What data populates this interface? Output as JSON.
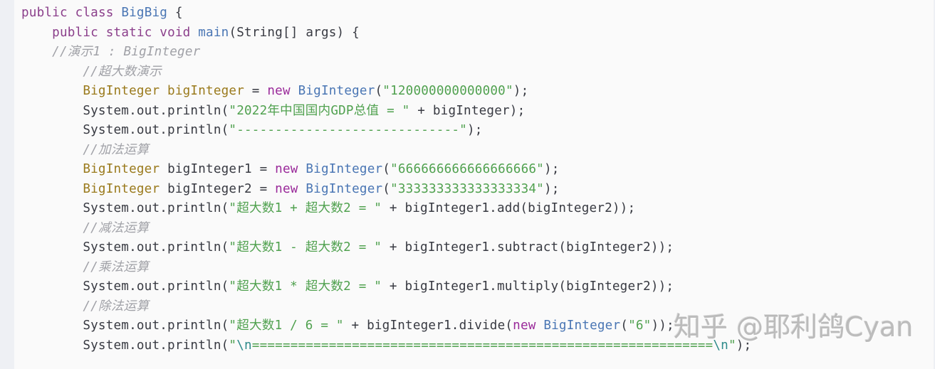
{
  "colors": {
    "background": "#fafafa",
    "gutter": "#eef0f4",
    "keyword": "#8b3f8b",
    "new_keyword": "#9a2a9a",
    "class_name": "#4a76b4",
    "type": "#9a7a1c",
    "string": "#50a14f",
    "escape": "#2e8b8b",
    "comment": "#a0a1a7",
    "text": "#383a42"
  },
  "code": {
    "language": "java",
    "lines": [
      {
        "indent": "",
        "tokens": [
          {
            "t": "kw",
            "v": "public"
          },
          {
            "t": "plain",
            "v": " "
          },
          {
            "t": "kw",
            "v": "class"
          },
          {
            "t": "plain",
            "v": " "
          },
          {
            "t": "cls",
            "v": "BigBig"
          },
          {
            "t": "plain",
            "v": " {"
          }
        ]
      },
      {
        "indent": "    ",
        "tokens": [
          {
            "t": "kw",
            "v": "public"
          },
          {
            "t": "plain",
            "v": " "
          },
          {
            "t": "kw",
            "v": "static"
          },
          {
            "t": "plain",
            "v": " "
          },
          {
            "t": "kw",
            "v": "void"
          },
          {
            "t": "plain",
            "v": " "
          },
          {
            "t": "fn",
            "v": "main"
          },
          {
            "t": "plain",
            "v": "(String[] args) {"
          }
        ]
      },
      {
        "indent": "    ",
        "tokens": [
          {
            "t": "cmt",
            "v": "//演示1 : BigInteger"
          }
        ]
      },
      {
        "indent": "        ",
        "tokens": [
          {
            "t": "cmt",
            "v": "//超大数演示"
          }
        ]
      },
      {
        "indent": "        ",
        "tokens": [
          {
            "t": "type",
            "v": "BigInteger bigInteger"
          },
          {
            "t": "plain",
            "v": " = "
          },
          {
            "t": "kw-new",
            "v": "new"
          },
          {
            "t": "plain",
            "v": " "
          },
          {
            "t": "cls",
            "v": "BigInteger"
          },
          {
            "t": "plain",
            "v": "("
          },
          {
            "t": "str",
            "v": "\"120000000000000\""
          },
          {
            "t": "plain",
            "v": ");"
          }
        ]
      },
      {
        "indent": "        ",
        "tokens": [
          {
            "t": "plain",
            "v": "System.out.println("
          },
          {
            "t": "str",
            "v": "\"2022年中国国内GDP总值 = \""
          },
          {
            "t": "plain",
            "v": " + bigInteger);"
          }
        ]
      },
      {
        "indent": "        ",
        "tokens": [
          {
            "t": "plain",
            "v": "System.out.println("
          },
          {
            "t": "str",
            "v": "\"-----------------------------\""
          },
          {
            "t": "plain",
            "v": ");"
          }
        ]
      },
      {
        "indent": "        ",
        "tokens": [
          {
            "t": "cmt",
            "v": "//加法运算"
          }
        ]
      },
      {
        "indent": "        ",
        "tokens": [
          {
            "t": "type",
            "v": "BigInteger"
          },
          {
            "t": "plain",
            "v": " bigInteger1 = "
          },
          {
            "t": "kw-new",
            "v": "new"
          },
          {
            "t": "plain",
            "v": " "
          },
          {
            "t": "cls",
            "v": "BigInteger"
          },
          {
            "t": "plain",
            "v": "("
          },
          {
            "t": "str",
            "v": "\"666666666666666666\""
          },
          {
            "t": "plain",
            "v": ");"
          }
        ]
      },
      {
        "indent": "        ",
        "tokens": [
          {
            "t": "type",
            "v": "BigInteger"
          },
          {
            "t": "plain",
            "v": " bigInteger2 = "
          },
          {
            "t": "kw-new",
            "v": "new"
          },
          {
            "t": "plain",
            "v": " "
          },
          {
            "t": "cls",
            "v": "BigInteger"
          },
          {
            "t": "plain",
            "v": "("
          },
          {
            "t": "str",
            "v": "\"333333333333333334\""
          },
          {
            "t": "plain",
            "v": ");"
          }
        ]
      },
      {
        "indent": "        ",
        "tokens": [
          {
            "t": "plain",
            "v": "System.out.println("
          },
          {
            "t": "str",
            "v": "\"超大数1 + 超大数2 = \""
          },
          {
            "t": "plain",
            "v": " + bigInteger1.add(bigInteger2));"
          }
        ]
      },
      {
        "indent": "        ",
        "tokens": [
          {
            "t": "cmt",
            "v": "//减法运算"
          }
        ]
      },
      {
        "indent": "        ",
        "tokens": [
          {
            "t": "plain",
            "v": "System.out.println("
          },
          {
            "t": "str",
            "v": "\"超大数1 - 超大数2 = \""
          },
          {
            "t": "plain",
            "v": " + bigInteger1.subtract(bigInteger2));"
          }
        ]
      },
      {
        "indent": "        ",
        "tokens": [
          {
            "t": "cmt",
            "v": "//乘法运算"
          }
        ]
      },
      {
        "indent": "        ",
        "tokens": [
          {
            "t": "plain",
            "v": "System.out.println("
          },
          {
            "t": "str",
            "v": "\"超大数1 * 超大数2 = \""
          },
          {
            "t": "plain",
            "v": " + bigInteger1.multiply(bigInteger2));"
          }
        ]
      },
      {
        "indent": "        ",
        "tokens": [
          {
            "t": "cmt",
            "v": "//除法运算"
          }
        ]
      },
      {
        "indent": "        ",
        "tokens": [
          {
            "t": "plain",
            "v": "System.out.println("
          },
          {
            "t": "str",
            "v": "\"超大数1 / 6 = \""
          },
          {
            "t": "plain",
            "v": " + bigInteger1.divide("
          },
          {
            "t": "kw-new",
            "v": "new"
          },
          {
            "t": "plain",
            "v": " "
          },
          {
            "t": "cls",
            "v": "BigInteger"
          },
          {
            "t": "plain",
            "v": "("
          },
          {
            "t": "str",
            "v": "\"6\""
          },
          {
            "t": "plain",
            "v": "));"
          }
        ]
      },
      {
        "indent": "        ",
        "tokens": [
          {
            "t": "plain",
            "v": "System.out.println("
          },
          {
            "t": "str",
            "v": "\""
          },
          {
            "t": "esc",
            "v": "\\n"
          },
          {
            "t": "str",
            "v": "============================================================"
          },
          {
            "t": "esc",
            "v": "\\n"
          },
          {
            "t": "str",
            "v": "\""
          },
          {
            "t": "plain",
            "v": ");"
          }
        ]
      }
    ]
  },
  "watermark": {
    "text": "知乎 @耶利鸽Cyan"
  }
}
